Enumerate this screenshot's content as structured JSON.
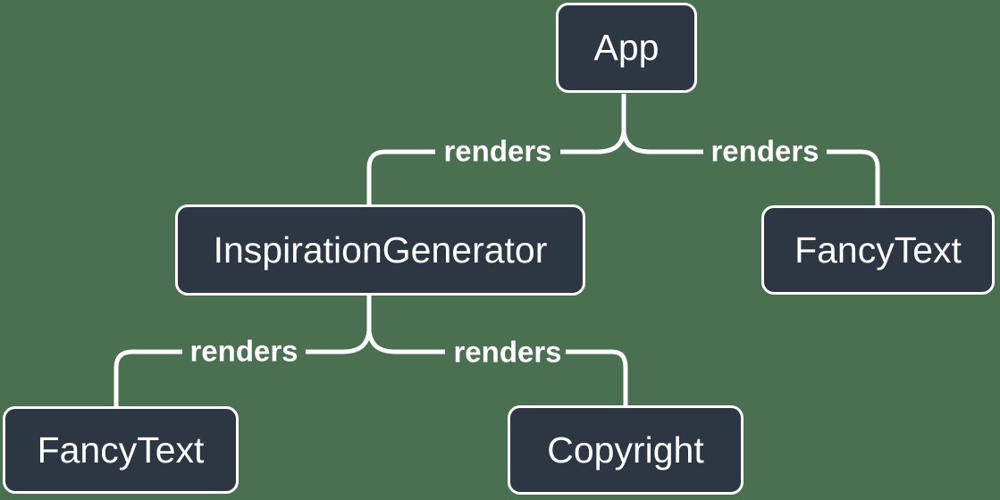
{
  "colors": {
    "background": "#4a6f51",
    "node_fill": "#2d3643",
    "node_border": "#ffffff",
    "edge_line": "#ffffff",
    "text": "#ffffff"
  },
  "nodes": {
    "app": {
      "label": "App"
    },
    "inspiration_generator": {
      "label": "InspirationGenerator"
    },
    "fancy_text_top": {
      "label": "FancyText"
    },
    "fancy_text_bottom": {
      "label": "FancyText"
    },
    "copyright": {
      "label": "Copyright"
    }
  },
  "edges": [
    {
      "from": "App",
      "to": "InspirationGenerator",
      "label": "renders"
    },
    {
      "from": "App",
      "to": "FancyText",
      "label": "renders"
    },
    {
      "from": "InspirationGenerator",
      "to": "FancyText",
      "label": "renders"
    },
    {
      "from": "InspirationGenerator",
      "to": "Copyright",
      "label": "renders"
    }
  ]
}
